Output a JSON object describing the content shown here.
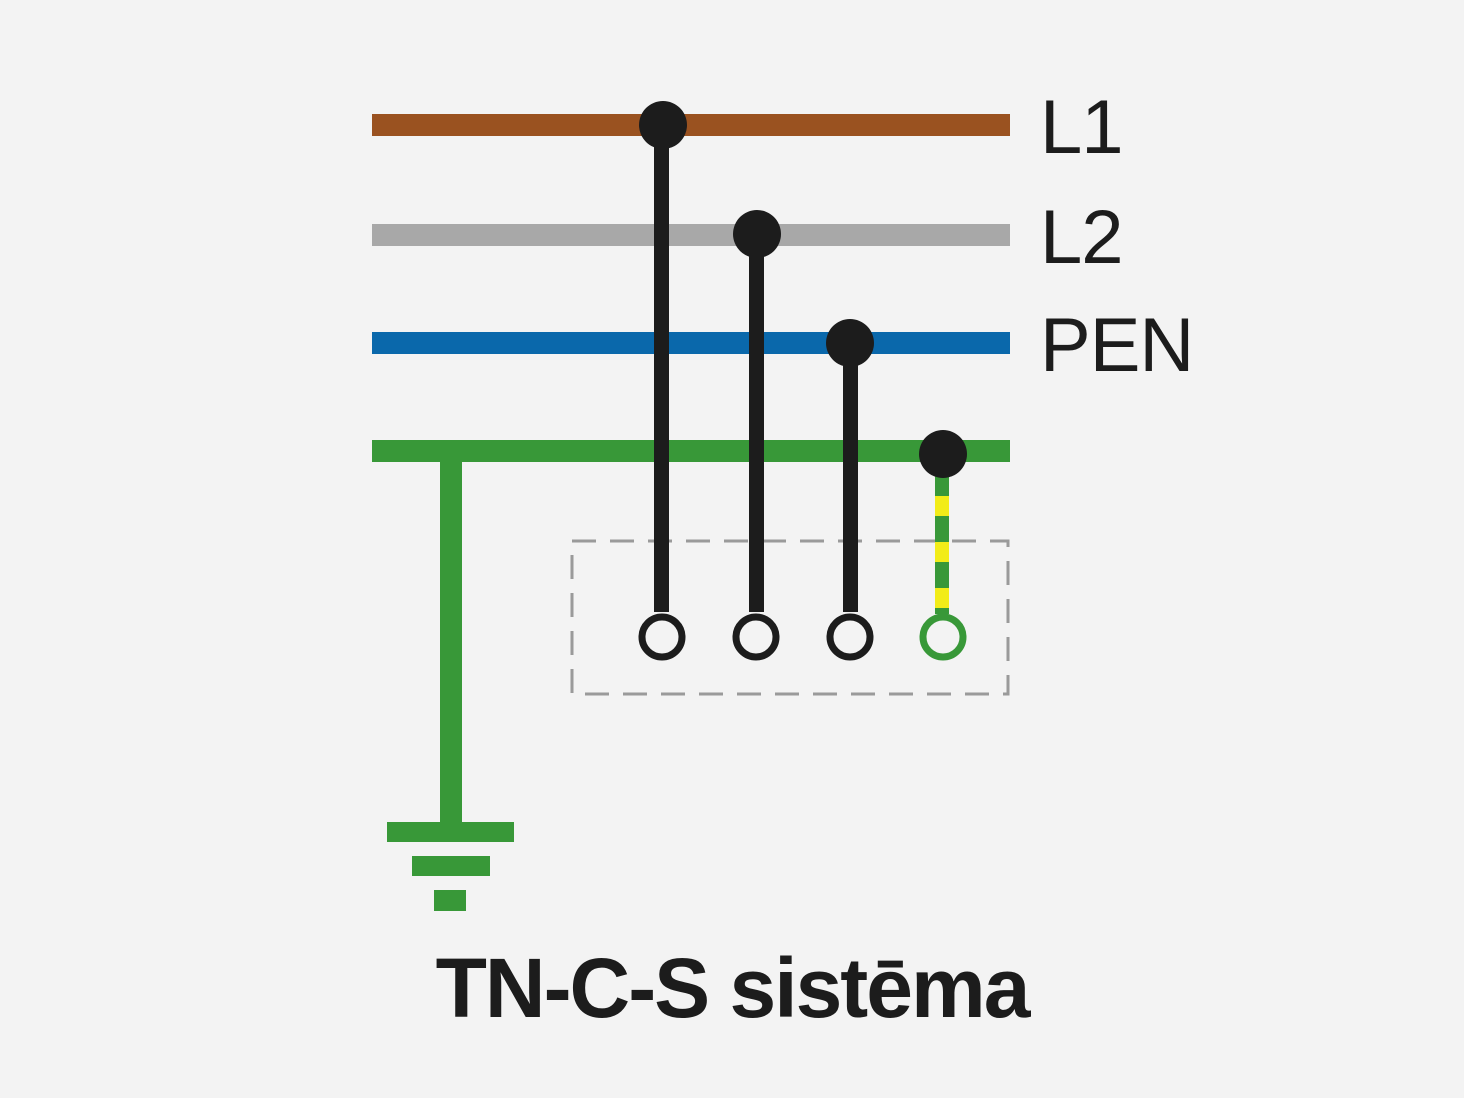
{
  "title": "TN-C-S sistēma",
  "conductors": [
    {
      "label": "L1",
      "color": "#9a5220"
    },
    {
      "label": "L2",
      "color": "#a8a8a8"
    },
    {
      "label": "PEN",
      "color": "#0a68ab"
    },
    {
      "label": "",
      "color": "#389838"
    }
  ],
  "colors": {
    "wire": "#1c1c1c",
    "earth": "#389838",
    "pe_stripe": "#f2ec18",
    "enclosure": "#9a9a9a",
    "text": "#1c1c1c",
    "background": "#f3f3f3"
  },
  "icons": [
    "earth-ground-icon",
    "junction-dot-icon",
    "terminal-icon"
  ]
}
